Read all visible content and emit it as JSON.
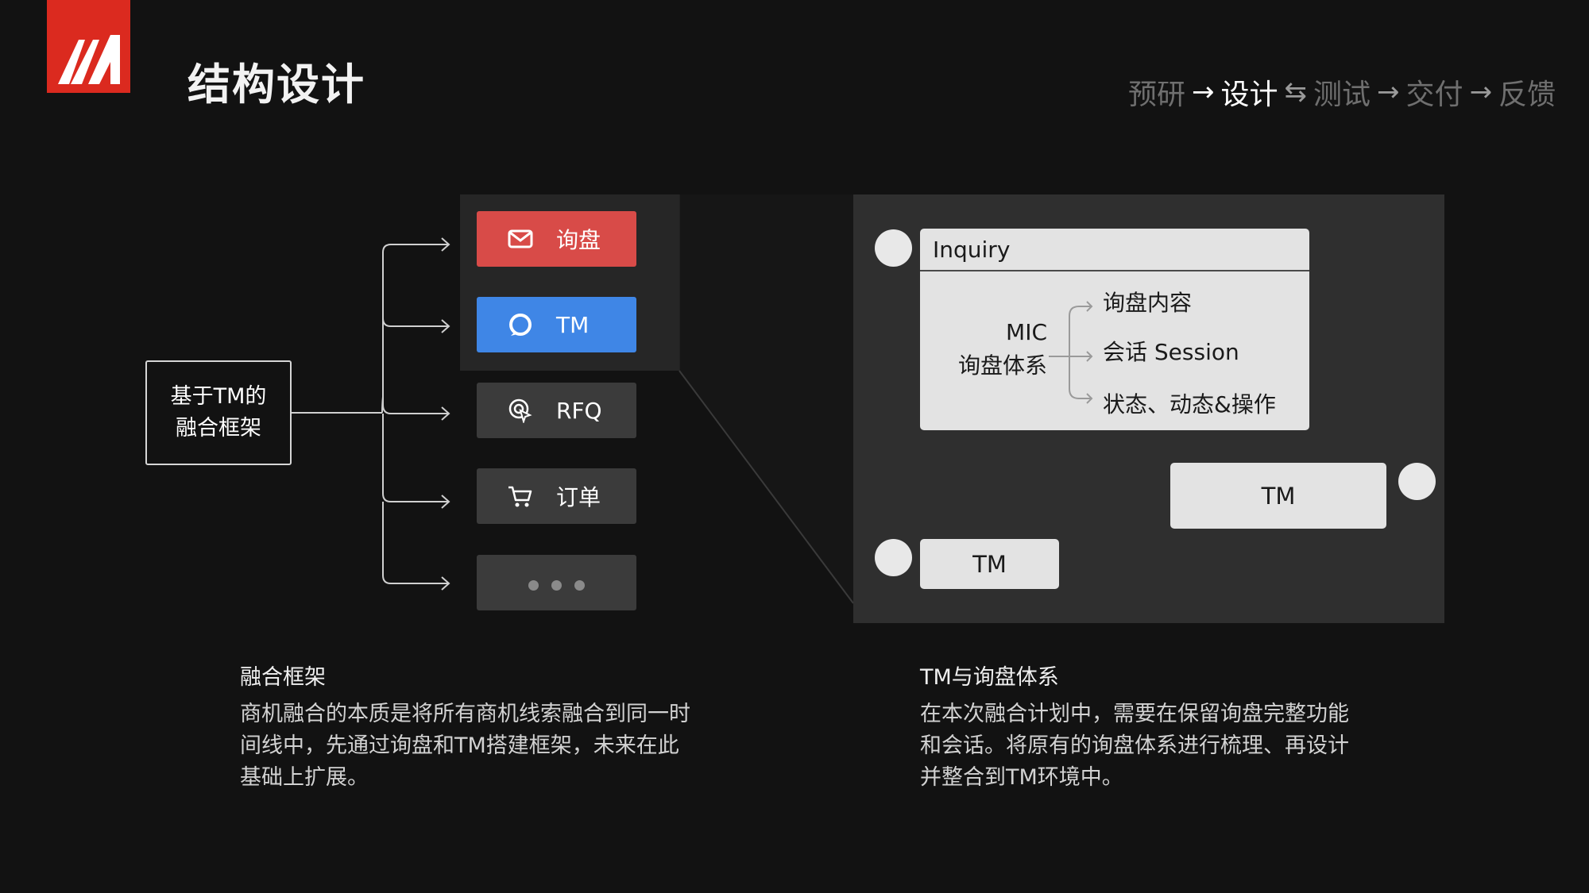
{
  "header": {
    "title": "结构设计",
    "steps": [
      {
        "label": "预研",
        "active": false
      },
      {
        "label": "设计",
        "active": true
      },
      {
        "label": "测试",
        "active": false
      },
      {
        "label": "交付",
        "active": false
      },
      {
        "label": "反馈",
        "active": false
      }
    ]
  },
  "diagram": {
    "root": {
      "line1": "基于TM的",
      "line2": "融合框架"
    },
    "menu": [
      {
        "label": "询盘",
        "icon": "envelope-icon",
        "color": "#d84b48"
      },
      {
        "label": "TM",
        "icon": "chat-bubble-icon",
        "color": "#3f86e6"
      },
      {
        "label": "RFQ",
        "icon": "target-cursor-icon",
        "color": "#3b3b3b"
      },
      {
        "label": "订单",
        "icon": "cart-icon",
        "color": "#3b3b3b"
      },
      {
        "label": "",
        "icon": "more-dots-icon",
        "color": "#3b3b3b"
      }
    ],
    "inquiry_card": {
      "header": "Inquiry",
      "mic_line1": "MIC",
      "mic_line2": "询盘体系",
      "items": [
        "询盘内容",
        "会话 Session",
        "状态、动态&操作"
      ]
    },
    "tm_bubble_1": "TM",
    "tm_bubble_2": "TM"
  },
  "captions": {
    "left": {
      "title": "融合框架",
      "text": "商机融合的本质是将所有商机线索融合到同一时间线中，先通过询盘和TM搭建框架，未来在此基础上扩展。"
    },
    "right": {
      "title": "TM与询盘体系",
      "text": "在本次融合计划中，需要在保留询盘完整功能和会话。将原有的询盘体系进行梳理、再设计并整合到TM环境中。"
    }
  },
  "colors": {
    "background": "#121212",
    "brand": "#db2a1f",
    "inquiry": "#d84b48",
    "tm": "#3f86e6"
  }
}
